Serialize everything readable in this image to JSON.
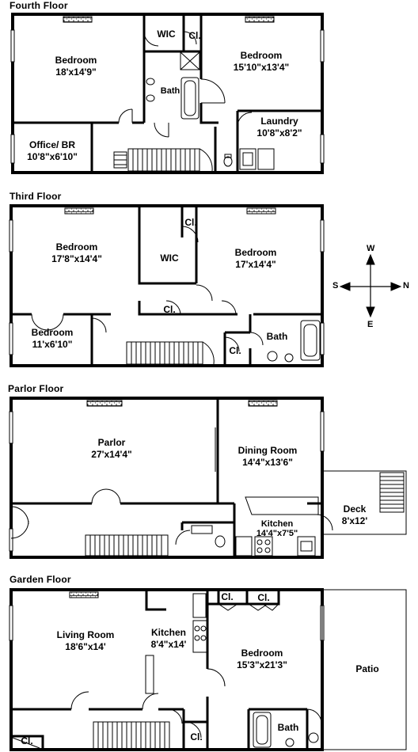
{
  "floors": {
    "fourth": {
      "title": "Fourth Floor",
      "bedroom_a": {
        "name": "Bedroom",
        "size": "18'x14'9\""
      },
      "wic": "WIC",
      "closet": "Cl.",
      "bath": "Bath",
      "bedroom_b": {
        "name": "Bedroom",
        "size": "15'10\"x13'4\""
      },
      "laundry": {
        "name": "Laundry",
        "size": "10'8\"x8'2\""
      },
      "office": {
        "name": "Office/ BR",
        "size": "10'8\"x6'10\""
      }
    },
    "third": {
      "title": "Third Floor",
      "bedroom_a": {
        "name": "Bedroom",
        "size": "17'8\"x14'4\""
      },
      "wic": "WIC",
      "closet_top": "Cl.",
      "bedroom_b": {
        "name": "Bedroom",
        "size": "17'x14'4\""
      },
      "closet_mid": "Cl.",
      "bedroom_c": {
        "name": "Bedroom",
        "size": "11'x6'10\""
      },
      "closet_stair": "Cl.",
      "bath": "Bath"
    },
    "parlor": {
      "title": "Parlor Floor",
      "parlor": {
        "name": "Parlor",
        "size": "27'x14'4\""
      },
      "dining": {
        "name": "Dining Room",
        "size": "14'4\"x13'6\""
      },
      "deck": {
        "name": "Deck",
        "size": "8'x12'"
      },
      "kitchen": {
        "name": "Kitchen",
        "size": "14'4\"x7'5\""
      }
    },
    "garden": {
      "title": "Garden Floor",
      "closet_a": "Cl.",
      "closet_b": "Cl.",
      "living": {
        "name": "Living Room",
        "size": "18'6\"x14'"
      },
      "kitchen": {
        "name": "Kitchen",
        "size": "8'4\"x14'"
      },
      "bedroom": {
        "name": "Bedroom",
        "size": "15'3\"x21'3\""
      },
      "patio": "Patio",
      "closet_c": "Cl.",
      "closet_d": "Cl.",
      "bath": "Bath"
    }
  },
  "compass": {
    "north": "N",
    "south": "S",
    "east": "E",
    "west": "W"
  }
}
